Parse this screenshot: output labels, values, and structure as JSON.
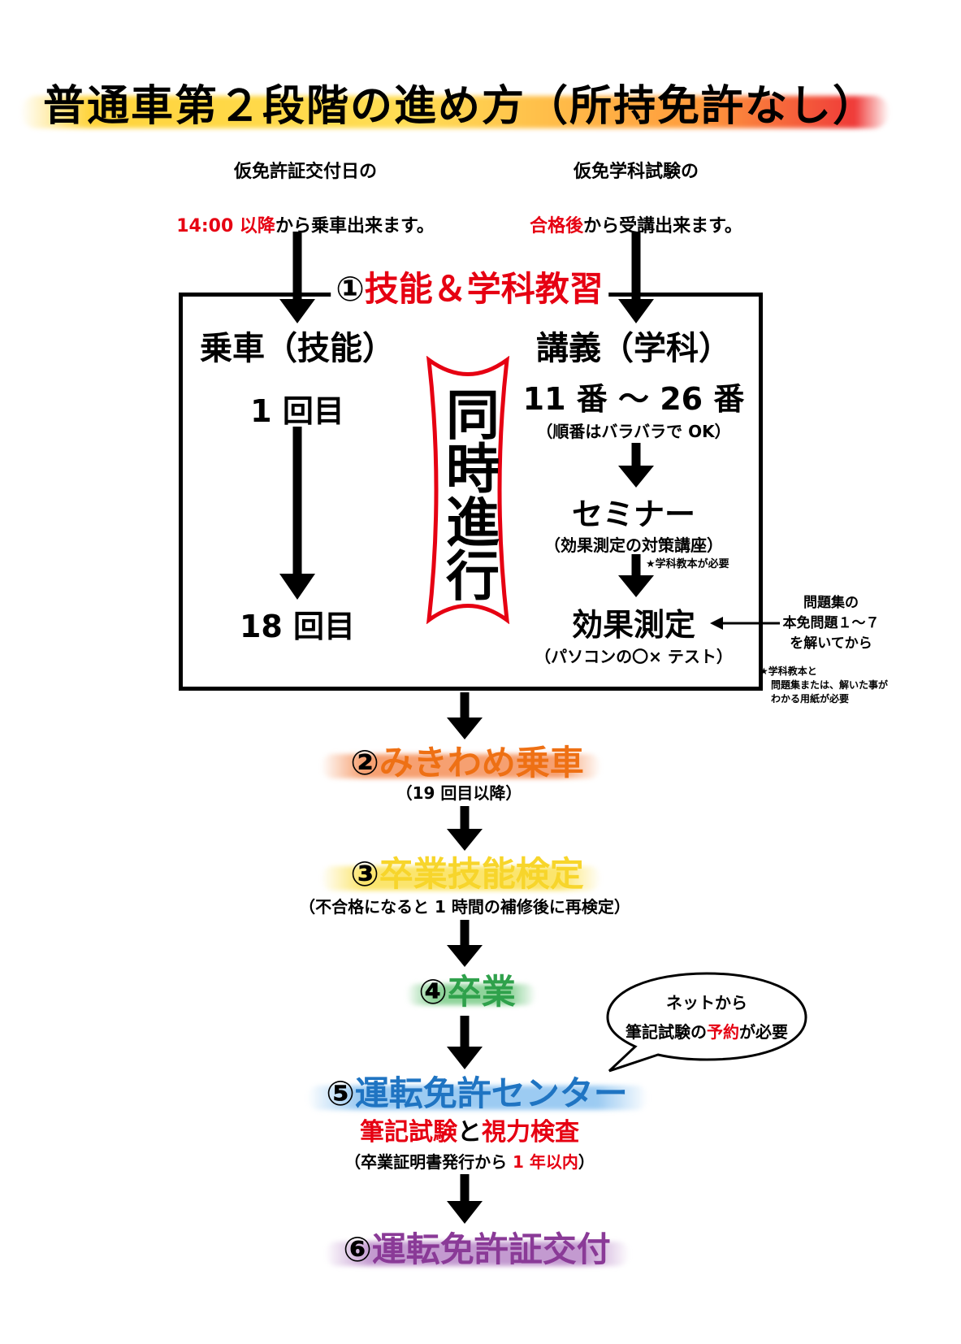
{
  "title": "普通車第２段階の進め方（所持免許なし）",
  "notes": {
    "left_line1": "仮免許証交付日の",
    "left_line2_red": "14:00 以降",
    "left_line2_rest": "から乗車出来ます。",
    "right_line1": "仮免学科試験の",
    "right_line2_red": "合格後",
    "right_line2_rest": "から受講出来ます。"
  },
  "step1": {
    "num": "①",
    "label": "技能＆学科教習",
    "left_head": "乗車（技能）",
    "left_start": "1 回目",
    "left_end": "18 回目",
    "parallel": "同時進行",
    "right_head": "講義（学科）",
    "right_range": "11 番 ～ 26 番",
    "right_order": "（順番はバラバラで OK）",
    "seminar": "セミナー",
    "seminar_sub": "（効果測定の対策講座）",
    "seminar_star": "★学科教本が必要",
    "measure": "効果測定",
    "measure_sub": "（パソコンの〇× テスト）"
  },
  "side_note": {
    "line1": "問題集の",
    "line2": "本免問題１～７",
    "line3": "を解いてから",
    "star1": "★学科教本と",
    "star2": "問題集または、解いた事が",
    "star3": "わかる用紙が必要"
  },
  "step2": {
    "num": "②",
    "label": "みきわめ乗車",
    "sub": "（19 回目以降）"
  },
  "step3": {
    "num": "③",
    "label": "卒業技能検定",
    "sub": "（不合格になると 1 時間の補修後に再検定）"
  },
  "step4": {
    "num": "④",
    "label": "卒業"
  },
  "step5": {
    "num": "⑤",
    "label": "運転免許センター",
    "sub_red1": "筆記試験",
    "sub_mid": "と",
    "sub_red2": "視力検査",
    "note_pre": "（卒業証明書発行から",
    "note_red": " 1 年以内",
    "note_post": "）"
  },
  "bubble": {
    "line1": "ネットから",
    "line2_pre": "筆記試験の",
    "line2_red": "予約",
    "line2_post": "が必要"
  },
  "step6": {
    "num": "⑥",
    "label": "運転免許証交付"
  },
  "colors": {
    "red": "#e60012",
    "orange": "#ee7014",
    "yellow": "#f7d52b",
    "green": "#2fa14b",
    "blue": "#1f74c2",
    "purple": "#8a3a97"
  }
}
